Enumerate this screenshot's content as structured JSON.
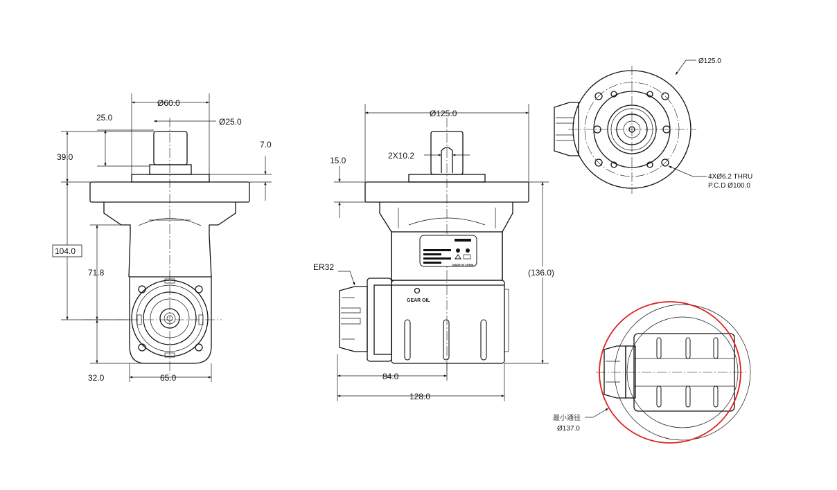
{
  "front_view": {
    "dims": {
      "d60": "Ø60.0",
      "d25_len": "25.0",
      "d25_dia": "Ø25.0",
      "d7": "7.0",
      "d39": "39.0",
      "d104": "104.0",
      "d71_8": "71.8",
      "d32": "32.0",
      "d65": "65.0"
    }
  },
  "side_view": {
    "dims": {
      "d125": "Ø125.0",
      "key": "2X10.2",
      "d15": "15.0",
      "d136": "(136.0)",
      "d84": "84.0",
      "d128": "128.0"
    },
    "collet_label": "ER32",
    "oil_label": "GEAR OIL",
    "nameplate_origin": "MADE IN CHINA"
  },
  "top_view": {
    "dia_label": "Ø125.0",
    "holes_label": "4XØ6.2 THRU",
    "pcd_label": "P.C.D Ø100.0"
  },
  "clearance_view": {
    "label": "最小通径",
    "dia_label": "Ø137.0",
    "highlight_color": "#e02020"
  }
}
